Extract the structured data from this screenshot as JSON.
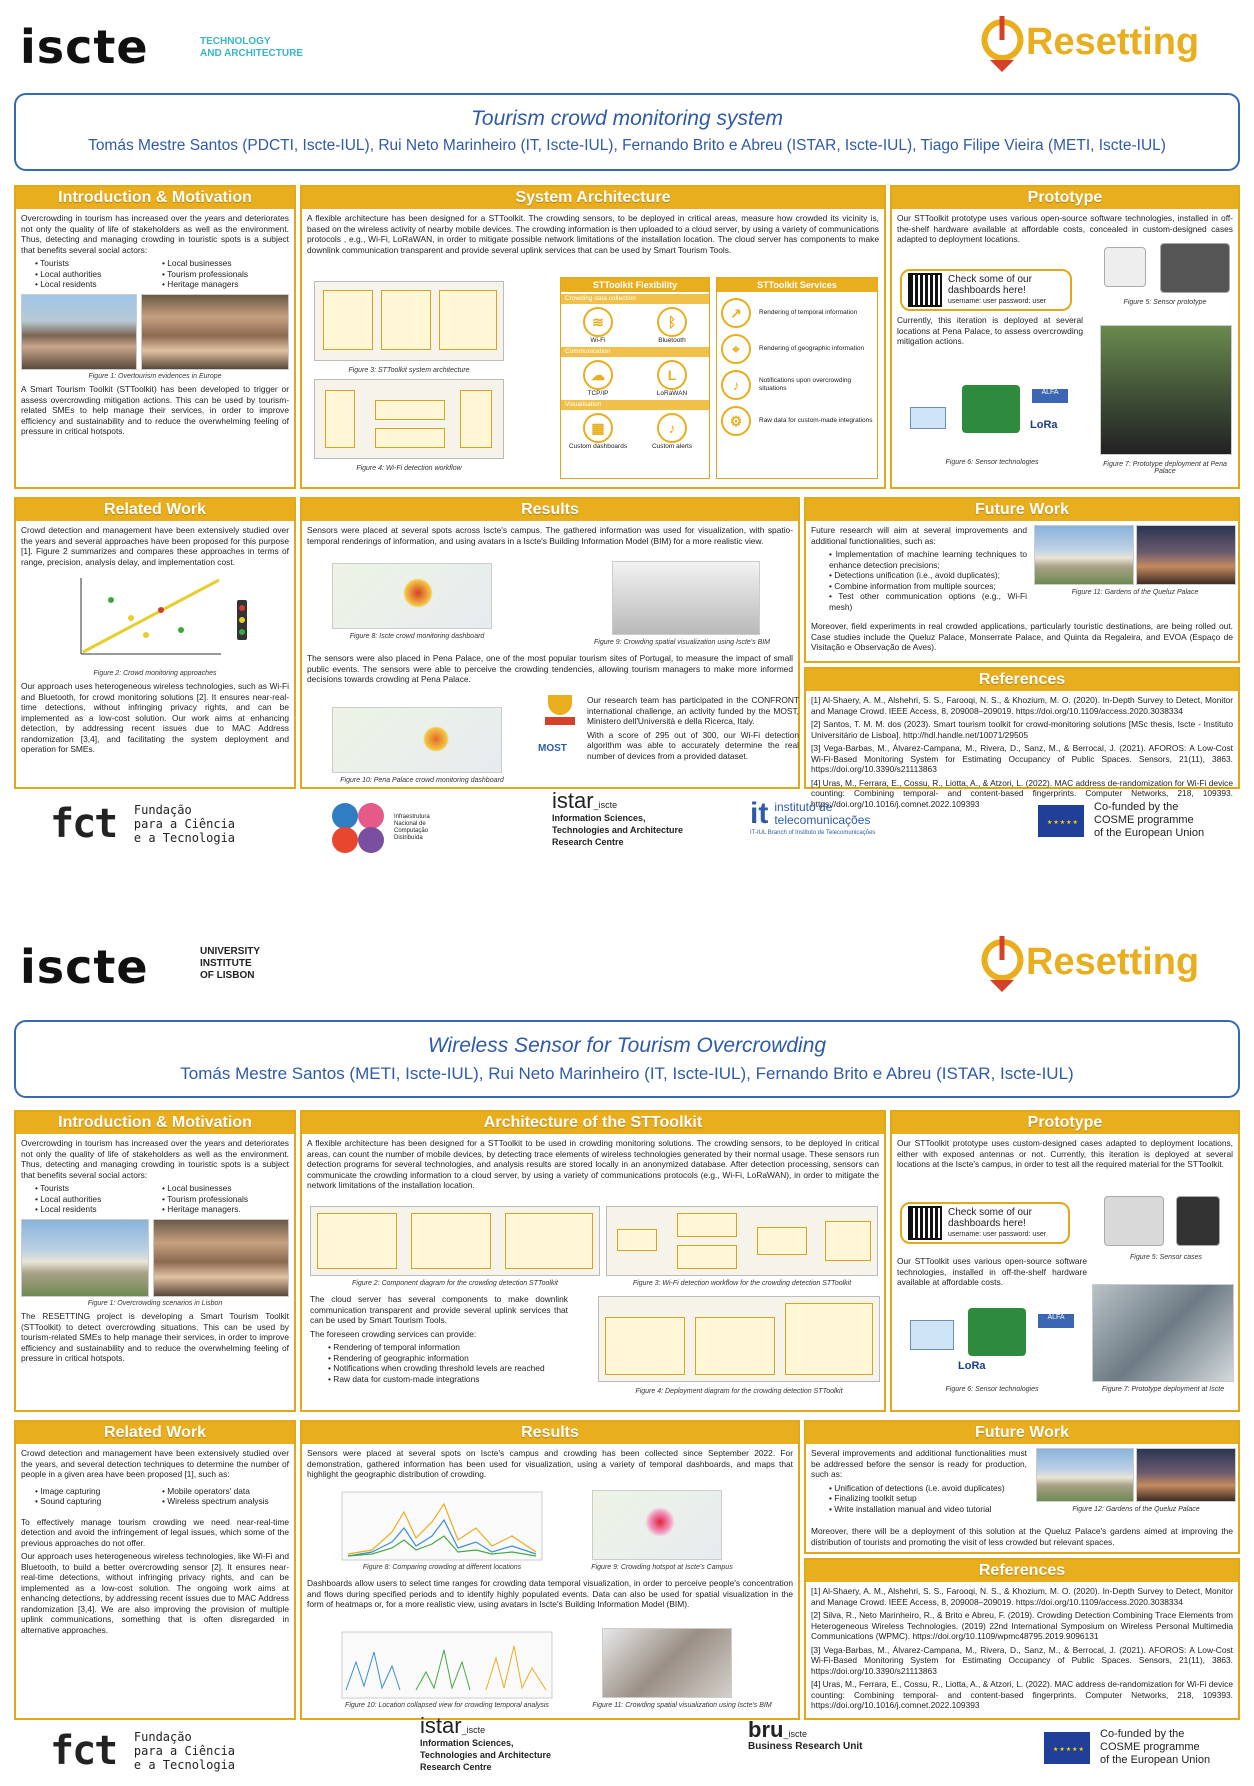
{
  "poster1": {
    "logo": "iscte",
    "logo_sub_1": "TECHNOLOGY",
    "logo_sub_2": "AND ARCHITECTURE",
    "resetting": "Resetting",
    "title": "Tourism crowd monitoring system",
    "authors": "Tomás Mestre Santos (PDCTI, Iscte-IUL), Rui Neto Marinheiro (IT, Iscte-IUL), Fernando Brito e Abreu (ISTAR, Iscte-IUL), Tiago Filipe Vieira (METI, Iscte-IUL)",
    "intro": {
      "heading": "Introduction & Motivation",
      "p1": "Overcrowding in tourism has increased over the years and deteriorates not only the quality of life of stakeholders as well as the environment. Thus, detecting and managing crowding in touristic spots is a subject that benefits several social actors:",
      "list": [
        "Tourists",
        "Local businesses",
        "Local authorities",
        "Tourism professionals",
        "Local residents",
        "Heritage managers"
      ],
      "fig": "Figure 1: Overtourism evidences in Europe",
      "p2": "A Smart Tourism Toolkit (STToolkit) has been developed to trigger or assess overcrowding mitigation actions. This can be used by tourism-related SMEs to help manage their services, in order to improve efficiency and sustainability and to reduce the overwhelming feeling of pressure in critical hotspots."
    },
    "arch": {
      "heading": "System Architecture",
      "p1": "A flexible architecture has been designed for a STToolkit. The crowding sensors, to be deployed in critical areas, measure how crowded its vicinity is, based on the wireless activity of nearby mobile devices. The crowding information is then uploaded to a cloud server, by using a variety of communications protocols , e.g., Wi-Fi, LoRaWAN, in order to mitigate possible network limitations of the installation location. The cloud server has components to make downlink communication transparent and provide several uplink services that can be used by Smart Tourism Tools.",
      "fig3": "Figure 3: STToolkit system architecture",
      "fig4": "Figure 4: Wi-Fi detection workflow",
      "flex_title": "STToolkit Flexibility",
      "flex_sub1": "Crowding data collection",
      "flex_sub2": "Communication",
      "flex_sub3": "Visualisation",
      "wifi": "Wi-Fi",
      "bt": "Bluetooth",
      "tcp": "TCP/IP",
      "lora": "LoRaWAN",
      "dash": "Custom dashboards",
      "alerts": "Custom alerts",
      "svc_title": "STToolkit Services",
      "svc": [
        "Rendering of temporal information",
        "Rendering of geographic information",
        "Notifications upon overcrowding situations",
        "Raw data for custom-made integrations"
      ]
    },
    "proto": {
      "heading": "Prototype",
      "p1": "Our STToolkit prototype uses various open-source software technologies, installed in off-the-shelf hardware available at affordable costs, concealed in custom-designed cases adapted to deployment locations.",
      "qr1": "Check some of our",
      "qr2": "dashboards here!",
      "qr3": "username: user password: user",
      "fig5": "Figure 5: Sensor prototype",
      "p2": "Currently, this iteration is deployed at several locations at Pena Palace, to assess overcrowding mitigation actions.",
      "fig6": "Figure 6: Sensor technologies",
      "fig7": "Figure 7: Prototype deployment at Pena Palace"
    },
    "related": {
      "heading": "Related Work",
      "p1": "Crowd detection and management have been extensively studied over the years and several approaches have been proposed for this purpose [1]. Figure 2 summarizes and compares these approaches in terms of range, precision, analysis delay, and implementation cost.",
      "fig": "Figure 2: Crowd monitoring approaches",
      "p2": "Our approach uses heterogeneous wireless technologies, such as Wi-Fi and Bluetooth, for crowd monitoring solutions [2]. It ensures near-real-time detections, without infringing privacy rights, and can be implemented as a low-cost solution. Our work aims at enhancing detection, by addressing recent issues due to MAC Address randomization [3,4], and facilitating the system deployment and operation for SMEs."
    },
    "results": {
      "heading": "Results",
      "p1": "Sensors were placed at several spots across Iscte's campus. The gathered information was used for visualization, with spatio-temporal renderings of information, and using avatars in a Iscte's Building Information Model (BIM) for a more realistic view.",
      "fig8": "Figure 8: Iscte crowd monitoring dashboard",
      "fig9": "Figure 9: Crowding spatial visualization using Iscte's BIM",
      "p2": "The sensors were also placed in Pena Palace, one of the most popular tourism sites of Portugal, to measure the impact of small public events. The sensors were able to perceive the crowding tendencies, allowing tourism managers to make more informed decisions towards crowding at Pena Palace.",
      "p3": "Our research team has participated in the CONFRONT international challenge, an activity funded by the MOST, Ministero dell'Università e della Ricerca, Italy.",
      "p4": "With a score of 295 out of 300, our Wi-Fi detection algorithm was able to accurately determine the real number of devices from a provided dataset.",
      "most": "MOST",
      "fig10": "Figure 10: Pena Palace crowd monitoring dashboard"
    },
    "future": {
      "heading": "Future Work",
      "p1": "Future research will aim at several improvements and additional functionalities, such as:",
      "list": [
        "Implementation of machine learning techniques to enhance detection precisions;",
        "Detections unification (i.e., avoid duplicates);",
        "Combine information from multiple sources;",
        "Test other communication options (e.g., Wi-Fi mesh)"
      ],
      "fig": "Figure 11: Gardens of the Queluz Palace",
      "p2": "Moreover, field experiments in real crowded applications, particularly touristic destinations, are being rolled out. Case studies include the Queluz Palace, Monserrate Palace, and Quinta da Regaleira, and EVOA (Espaço de Visitação e Observação de Aves)."
    },
    "refs": {
      "heading": "References",
      "items": [
        "[1] Al-Shaery, A. M., Alshehri, S. S., Farooqi, N. S., & Khozium, M. O. (2020). In-Depth Survey to Detect, Monitor and Manage Crowd. IEEE Access, 8, 209008–209019. https://doi.org/10.1109/access.2020.3038334",
        "[2] Santos, T. M. M. dos (2023). Smart tourism toolkit for crowd-monitoring solutions [MSc thesis, Iscte - Instituto Universitário de Lisboa]. http://hdl.handle.net/10071/29505",
        "[3] Vega-Barbas, M., Álvarez-Campana, M., Rivera, D., Sanz, M., & Berrocal, J. (2021). AFOROS: A Low-Cost Wi-Fi-Based Monitoring System for Estimating Occupancy of Public Spaces. Sensors, 21(11), 3863. https://doi.org/10.3390/s21113863",
        "[4] Uras, M., Ferrara, E., Cossu, R., Liotta, A., & Atzori, L. (2022). MAC address de-randomization for Wi-Fi device counting: Combining temporal- and content-based fingerprints. Computer Networks, 218, 109393. https://doi.org/10.1016/j.comnet.2022.109393"
      ]
    },
    "footer": {
      "fct_big": "fct",
      "fct_1": "Fundação",
      "fct_2": "para a Ciência",
      "fct_3": "e a Tecnologia",
      "incd_1": "Infraestrutura",
      "incd_2": "Nacional de",
      "incd_3": "Computação",
      "incd_4": "Distribuída",
      "istar": "istar",
      "istar_sub": "_iscte",
      "istar_1": "Information Sciences,",
      "istar_2": "Technologies and Architecture",
      "istar_3": "Research Centre",
      "it_1": "instituto de",
      "it_2": "telecomunicações",
      "it_3": "IT-IUL Branch of Instituto de Telecomunicações",
      "eu_1": "Co-funded by the",
      "eu_2": "COSME programme",
      "eu_3": "of the European Union"
    }
  },
  "poster2": {
    "logo": "iscte",
    "logo_sub_1": "UNIVERSITY",
    "logo_sub_2": "INSTITUTE",
    "logo_sub_3": "OF LISBON",
    "resetting": "Resetting",
    "title": "Wireless Sensor for Tourism Overcrowding",
    "authors": "Tomás Mestre Santos (METI, Iscte-IUL), Rui Neto Marinheiro (IT, Iscte-IUL), Fernando Brito e Abreu (ISTAR, Iscte-IUL)",
    "intro": {
      "heading": "Introduction & Motivation",
      "p1": "Overcrowding in tourism has increased over the years and deteriorates not only the quality of life of stakeholders as well as the environment. Thus, detecting and managing crowding in touristic spots is a subject that benefits several social actors:",
      "list": [
        "Tourists",
        "Local businesses",
        "Local authorities",
        "Tourism professionals",
        "Local residents",
        "Heritage managers."
      ],
      "fig": "Figure 1: Overcrowding scenarios in Lisbon",
      "p2": "The RESETTING project is developing a Smart Tourism Toolkit (STToolkit) to detect overcrowding situations. This can be used by tourism-related SMEs to help manage their services, in order to improve efficiency and sustainability and to reduce the overwhelming feeling of pressure in critical hotspots."
    },
    "arch": {
      "heading": "Architecture of the STToolkit",
      "p1": "A flexible architecture has been designed for a STToolkit to be used in crowding monitoring solutions. The crowding sensors, to be deployed in critical areas, can count the number of mobile devices, by detecting trace elements of wireless technologies generated by their normal usage. These sensors run detection programs for several technologies, and analysis results are stored locally in an anonymized database. After detection processing, sensors can communicate the crowding information to a cloud server, by using a variety of communications protocols (e.g., Wi-Fi, LoRaWAN), in order to mitigate the network limitations of the installation location.",
      "fig2": "Figure 2: Component diagram for the crowding detection STToolkit",
      "fig3": "Figure 3: Wi-Fi detection workflow for the crowding detection STToolkit",
      "p2": "The cloud server has several components to make downlink communication transparent and provide several uplink services that can be used by Smart Tourism Tools.",
      "p3": "The foreseen crowding services can provide:",
      "list": [
        "Rendering of temporal information",
        "Rendering of geographic information",
        "Notifications when crowding threshold levels are reached",
        "Raw data for custom-made integrations"
      ],
      "fig4": "Figure 4: Deployment diagram for the crowding detection STToolkit"
    },
    "proto": {
      "heading": "Prototype",
      "p1": "Our STToolkit prototype uses custom-designed cases adapted to deployment locations, either with exposed antennas or not. Currently, this iteration is deployed at several locations at the Iscte's campus, in order to test all the required material for the STToolkit.",
      "qr1": "Check some of our",
      "qr2": "dashboards here!",
      "qr3": "username: user password: user",
      "p2": "Our STToolkit uses various open-source software technologies, installed in off-the-shelf hardware available at affordable costs.",
      "fig5": "Figure 5: Sensor cases",
      "fig6": "Figure 6: Sensor technologies",
      "fig7": "Figure 7: Prototype deployment at Iscte"
    },
    "related": {
      "heading": "Related Work",
      "p1": "Crowd detection and management have been extensively studied over the years, and several detection techniques to determine the number of people in a given area have been proposed [1], such as:",
      "list": [
        "Image capturing",
        "Mobile operators' data",
        "Sound capturing",
        "Wireless spectrum analysis"
      ],
      "p2": "To effectively manage tourism crowding we need near-real-time detection and avoid the infringement of legal issues, which some of the previous approaches do not offer.",
      "p3": "Our approach uses heterogeneous wireless technologies, like Wi-Fi and Bluetooth, to build a better overcrowding sensor [2]. It ensures near-real-time detections, without infringing privacy rights, and can be implemented as a low-cost solution. The ongoing work aims at enhancing detections, by addressing recent issues due to MAC Address randomization [3,4]. We are also improving the provision of multiple uplink communications, something that is often disregarded in alternative approaches."
    },
    "results": {
      "heading": "Results",
      "p1": "Sensors were placed at several spots on Iscte's campus and crowding has been collected since September 2022. For demonstration, gathered information has been used for visualization, using a variety of temporal dashboards, and maps that highlight the geographic distribution of crowding.",
      "fig8": "Figure 8: Comparing crowding at different locations",
      "fig9": "Figure 9: Crowding hotspot at Iscte's Campus",
      "p2": "Dashboards allow users to select time ranges for crowding data temporal visualization, in order to perceive people's concentration and flows during specified periods and to identify highly populated events. Data can also be used for spatial visualization in the form of heatmaps or, for a more realistic view, using avatars in Iscte's Building Information Model (BIM).",
      "fig10": "Figure 10: Location collapsed view for crowding temporal analysis",
      "fig11": "Figure 11: Crowding spatial visualization using Iscte's BIM"
    },
    "future": {
      "heading": "Future Work",
      "p1": "Several improvements and additional functionalities must be addressed before the sensor is ready for production, such as:",
      "list": [
        "Unification of detections (i.e. avoid duplicates)",
        "Finalizing toolkit setup",
        "Write installation manual and video tutorial"
      ],
      "fig": "Figure 12: Gardens of the Queluz Palace",
      "p2": "Moreover, there will be a deployment of this solution at the Queluz Palace's gardens aimed at improving the distribution of tourists and promoting the visit of less crowded but relevant spaces."
    },
    "refs": {
      "heading": "References",
      "items": [
        "[1] Al-Shaery, A. M., Alshehri, S. S., Farooqi, N. S., & Khozium, M. O. (2020). In-Depth Survey to Detect, Monitor and Manage Crowd. IEEE Access, 8, 209008–209019. https://doi.org/10.1109/access.2020.3038334",
        "[2] Silva, R., Neto Marinheiro, R., & Brito e Abreu, F. (2019). Crowding Detection Combining Trace Elements from Heterogeneous Wireless Technologies. (2019) 22nd International Symposium on Wireless Personal Multimedia Communications (WPMC). https://doi.org/10.1109/wpmc48795.2019.9096131",
        "[3] Vega-Barbas, M., Álvarez-Campana, M., Rivera, D., Sanz, M., & Berrocal, J. (2021). AFOROS: A Low-Cost Wi-Fi-Based Monitoring System for Estimating Occupancy of Public Spaces. Sensors, 21(11), 3863. https://doi.org/10.3390/s21113863",
        "[4] Uras, M., Ferrara, E., Cossu, R., Liotta, A., & Atzori, L. (2022). MAC address de-randomization for Wi-Fi device counting: Combining temporal- and content-based fingerprints. Computer Networks, 218, 109393. https://doi.org/10.1016/j.comnet.2022.109393"
      ]
    },
    "footer": {
      "fct_big": "fct",
      "fct_1": "Fundação",
      "fct_2": "para a Ciência",
      "fct_3": "e a Tecnologia",
      "istar": "istar",
      "istar_sub": "_iscte",
      "istar_1": "Information Sciences,",
      "istar_2": "Technologies and Architecture",
      "istar_3": "Research Centre",
      "bru": "bru",
      "bru_sub": "_iscte",
      "bru_1": "Business Research Unit",
      "eu_1": "Co-funded by the",
      "eu_2": "COSME programme",
      "eu_3": "of the European Union"
    }
  },
  "colors": {
    "accent": "#e9ae1e",
    "title_blue": "#2e5aa8",
    "iscte_teal": "#39b5c7"
  }
}
